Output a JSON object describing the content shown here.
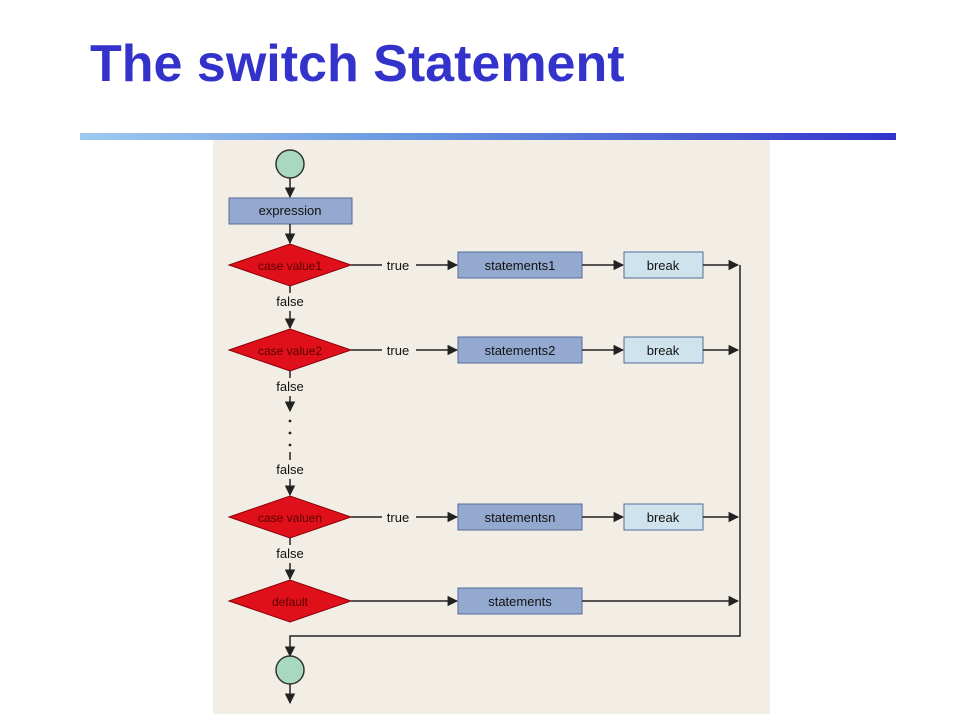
{
  "slide": {
    "title": "The switch Statement"
  },
  "colors": {
    "title": "#3333cc",
    "panel_background": "#f2eee6",
    "decision_fill": "#e0101a",
    "process_fill": "#93a9cf",
    "break_fill": "#cfe3ec",
    "terminal_fill": "#a8d8c0",
    "line": "#222222"
  },
  "flowchart": {
    "expression": "expression",
    "cases": [
      {
        "condition": "case value1",
        "true_label": "true",
        "statements": "statements1",
        "break": "break",
        "false_label": "false"
      },
      {
        "condition": "case value2",
        "true_label": "true",
        "statements": "statements2",
        "break": "break",
        "false_label": "false"
      },
      {
        "condition": "case valuen",
        "true_label": "true",
        "statements": "statementsn",
        "break": "break",
        "false_label": "false"
      }
    ],
    "ellipsis_false_label": "false",
    "default": {
      "condition": "default",
      "statements": "statements"
    }
  }
}
